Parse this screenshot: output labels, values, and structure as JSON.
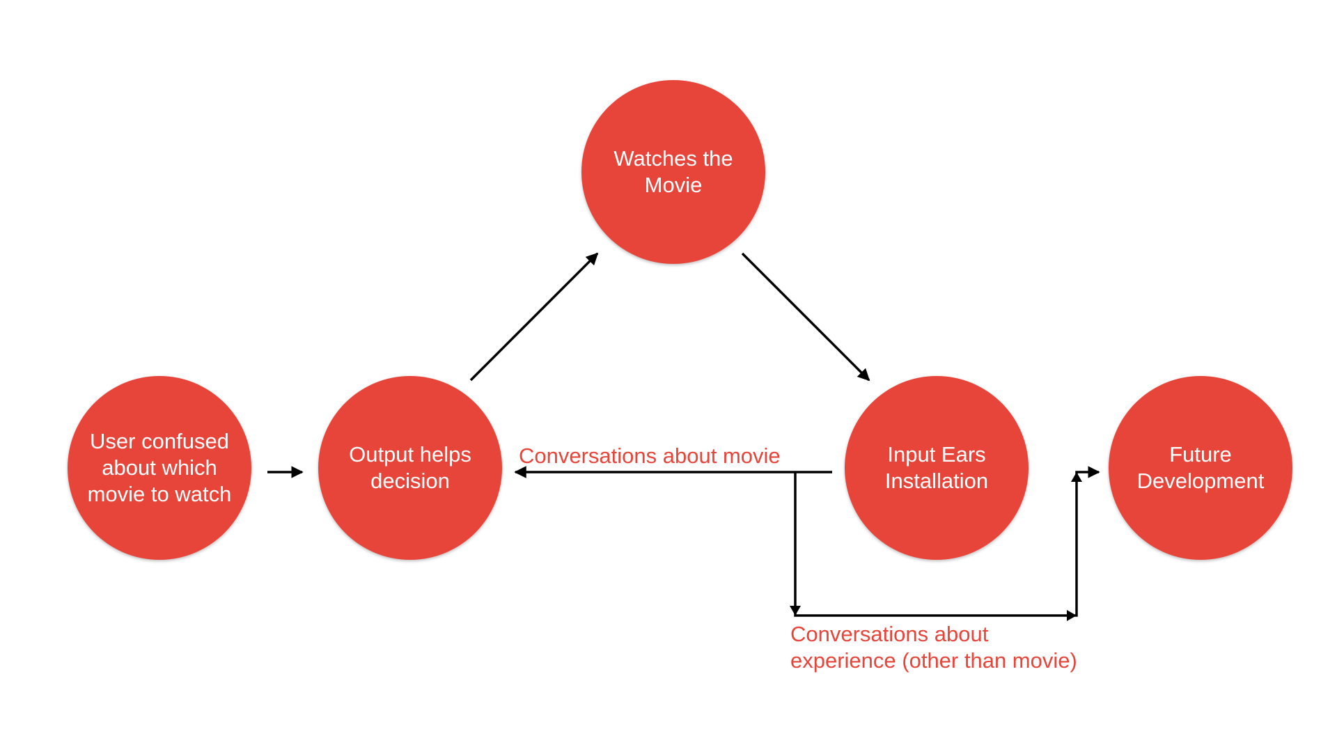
{
  "colors": {
    "node_fill": "#e8453a",
    "node_text": "#ffffff",
    "edge_label": "#e8453a",
    "arrow": "#000000",
    "background": "#ffffff"
  },
  "nodes": {
    "user_confused": "User confused about which movie to watch",
    "output_helps": "Output helps decision",
    "watches_movie": "Watches the Movie",
    "input_ears": "Input Ears Installation",
    "future_dev": "Future Development"
  },
  "edge_labels": {
    "conversations_movie": "Conversations about movie",
    "conversations_experience": "Conversations about\nexperience (other than movie)"
  },
  "edges": [
    {
      "from": "user_confused",
      "to": "output_helps"
    },
    {
      "from": "output_helps",
      "to": "watches_movie"
    },
    {
      "from": "watches_movie",
      "to": "input_ears"
    },
    {
      "from": "input_ears",
      "to": "output_helps",
      "label": "conversations_movie"
    },
    {
      "from": "input_ears",
      "to": "future_dev",
      "label": "conversations_experience"
    }
  ]
}
